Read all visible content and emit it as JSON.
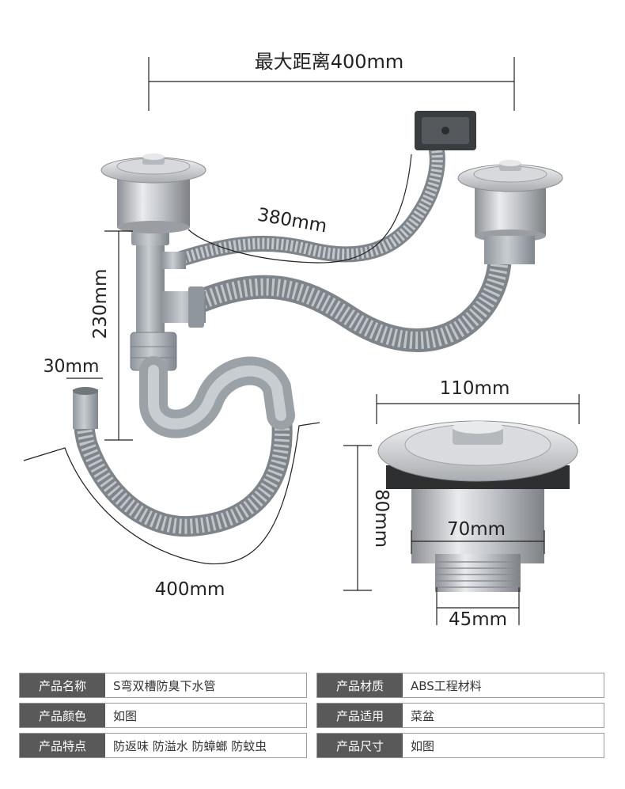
{
  "dimensions": {
    "max_distance": "最大距离400mm",
    "hose_380": "380mm",
    "height_230": "230mm",
    "tail_30": "30mm",
    "bottom_400": "400mm",
    "strainer_110": "110mm",
    "strainer_80": "80mm",
    "strainer_70": "70mm",
    "strainer_45": "45mm"
  },
  "specs": [
    {
      "label": "产品名称",
      "value": "S弯双槽防臭下水管"
    },
    {
      "label": "产品材质",
      "value": "ABS工程材料"
    },
    {
      "label": "产品颜色",
      "value": "如图"
    },
    {
      "label": "产品适用",
      "value": "菜盆"
    },
    {
      "label": "产品特点",
      "value": "防返味 防溢水 防蟑螂 防蚊虫"
    },
    {
      "label": "产品尺寸",
      "value": "如图"
    }
  ]
}
